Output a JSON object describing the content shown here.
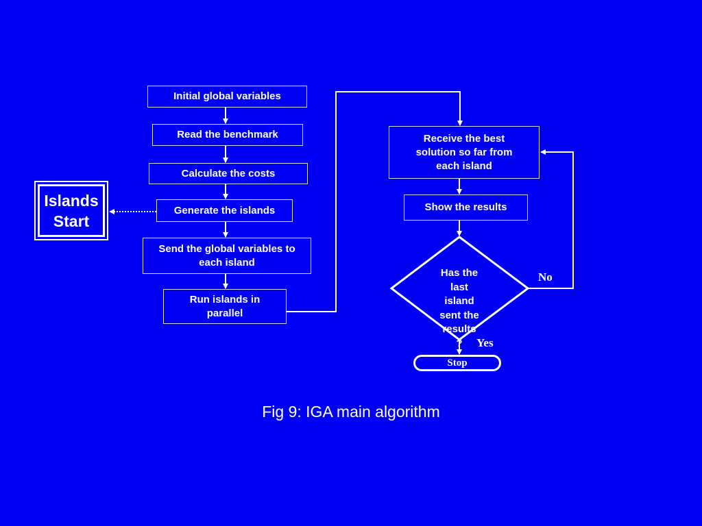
{
  "colors": {
    "background": "#0000f5",
    "foreground": "#ffffff"
  },
  "diagram": {
    "left_column": [
      {
        "id": "init",
        "label": "Initial global variables"
      },
      {
        "id": "read",
        "label": "Read the benchmark"
      },
      {
        "id": "calc",
        "label": "Calculate the costs"
      },
      {
        "id": "gen",
        "label": "Generate the islands"
      },
      {
        "id": "send",
        "label": "Send the global variables to each island"
      },
      {
        "id": "run",
        "label": "Run islands in parallel"
      }
    ],
    "islands_start": {
      "label": "Islands Start"
    },
    "right_column": [
      {
        "id": "receive",
        "label": "Receive the best solution so far from each island"
      },
      {
        "id": "show",
        "label": "Show the results"
      }
    ],
    "decision": {
      "label": "Has the last island sent the results ?",
      "no_label": "No",
      "yes_label": "Yes"
    },
    "stop": {
      "label": "Stop"
    },
    "edges": [
      {
        "from": "init",
        "to": "read"
      },
      {
        "from": "read",
        "to": "calc"
      },
      {
        "from": "calc",
        "to": "gen"
      },
      {
        "from": "gen",
        "to": "islands_start",
        "style": "dotted"
      },
      {
        "from": "gen",
        "to": "send"
      },
      {
        "from": "send",
        "to": "run"
      },
      {
        "from": "run",
        "to": "receive"
      },
      {
        "from": "receive",
        "to": "show"
      },
      {
        "from": "show",
        "to": "decision"
      },
      {
        "from": "decision",
        "to": "receive",
        "label": "No"
      },
      {
        "from": "decision",
        "to": "stop",
        "label": "Yes"
      }
    ]
  },
  "caption": "Fig 9: IGA main algorithm"
}
